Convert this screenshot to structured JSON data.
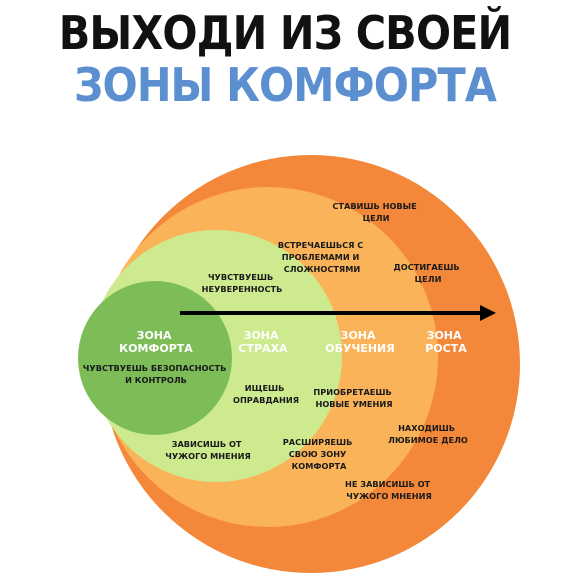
{
  "header": {
    "title_line1": "ВЫХОДИ ИЗ СВОЕЙ",
    "title_line2": "ЗОНЫ КОМФОРТА"
  },
  "colors": {
    "title_dark": "#111111",
    "title_blue": "#5b8fd0",
    "growth": "#f4883a",
    "learning": "#fbb35a",
    "fear": "#cdea8f",
    "comfort": "#7cbd57",
    "zone_text": "#ffffff",
    "arrow": "#000000"
  },
  "zones": {
    "comfort": {
      "line1": "ЗОНА",
      "line2": "КОМФОРТА",
      "items": [
        {
          "line1": "ЧУВСТВУЕШЬ БЕЗОПАСНОСТЬ",
          "line2": "И КОНТРОЛЬ"
        }
      ]
    },
    "fear": {
      "line1": "ЗОНА",
      "line2": "СТРАХА",
      "items": [
        {
          "line1": "ЧУВСТВУЕШЬ",
          "line2": "НЕУВЕРЕННОСТЬ"
        },
        {
          "line1": "ИЩЕШЬ",
          "line2": "ОПРАВДАНИЯ"
        },
        {
          "line1": "ЗАВИСИШЬ ОТ",
          "line2": "ЧУЖОГО МНЕНИЯ"
        }
      ]
    },
    "learning": {
      "line1": "ЗОНА",
      "line2": "ОБУЧЕНИЯ",
      "items": [
        {
          "line1": "ВСТРЕЧАЕШЬСЯ С",
          "line2": "ПРОБЛЕМАМИ И",
          "line3": "СЛОЖНОСТЯМИ"
        },
        {
          "line1": "ПРИОБРЕТАЕШЬ",
          "line2": "НОВЫЕ УМЕНИЯ"
        },
        {
          "line1": "РАСШИРЯЕШЬ",
          "line2": "СВОЮ ЗОНУ",
          "line3": "КОМФОРТА"
        }
      ]
    },
    "growth": {
      "line1": "ЗОНА",
      "line2": "РОСТА",
      "items": [
        {
          "line1": "СТАВИШЬ НОВЫЕ",
          "line2": "ЦЕЛИ"
        },
        {
          "line1": "ДОСТИГАЕШЬ",
          "line2": "ЦЕЛИ"
        },
        {
          "line1": "НАХОДИШЬ",
          "line2": "ЛЮБИМОЕ ДЕЛО"
        },
        {
          "line1": "НЕ ЗАВИСИШЬ ОТ",
          "line2": "ЧУЖОГО МНЕНИЯ"
        }
      ]
    }
  }
}
